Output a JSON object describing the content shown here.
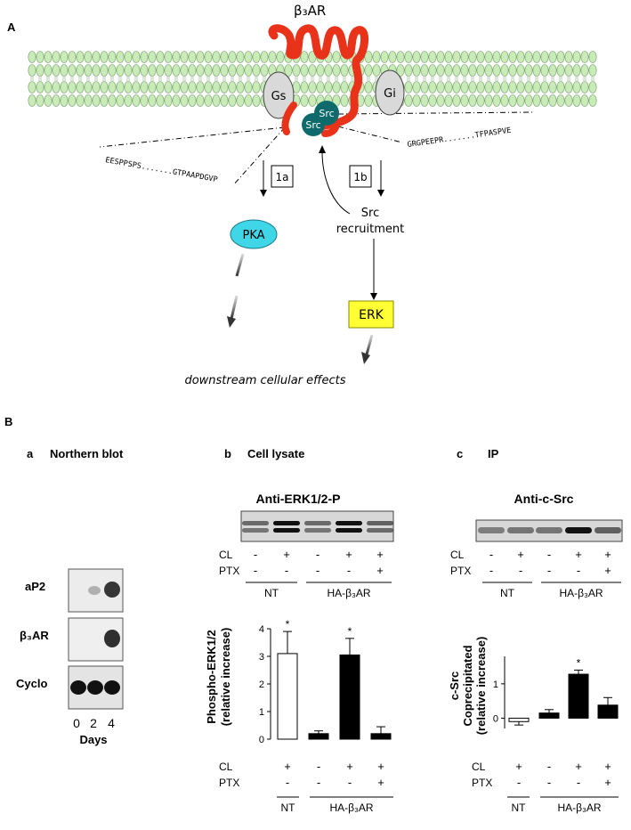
{
  "panel_a": {
    "letter": "A",
    "receptor_title": "β₃AR",
    "gs": "Gs",
    "gi": "Gi",
    "src1": "Src",
    "src2": "Src",
    "seq_left": "EESPPSPS.......GTPAAPDGVP",
    "seq_right": "GRGPEEPR.......TFPASPVE",
    "path_1a": "1a",
    "path_1b": "1b",
    "pka": "PKA",
    "src_recruit_1": "Src",
    "src_recruit_2": "recruitment",
    "erk": "ERK",
    "downstream": "downstream cellular effects",
    "colors": {
      "receptor": "#e8321a",
      "membrane": "#c8ebb8",
      "pka": "#3fd6e8",
      "erk": "#ffff33",
      "src": "#0f6b6b"
    }
  },
  "panel_b": {
    "letter": "B",
    "a": {
      "letter": "a",
      "title": "Northern blot",
      "rows": [
        "aP2",
        "β₃AR",
        "Cyclo"
      ],
      "days_ticks": [
        "0",
        "2",
        "4"
      ],
      "days_label": "Days"
    },
    "b": {
      "letter": "b",
      "title": "Cell lysate",
      "blot_title": "Anti-ERK1/2-P",
      "cl_label": "CL",
      "ptx_label": "PTX",
      "cl": [
        "-",
        "+",
        "-",
        "+",
        "+"
      ],
      "ptx": [
        "-",
        "-",
        "-",
        "-",
        "+"
      ],
      "nt": "NT",
      "ha": "HA-β₃AR",
      "ylabel_1": "Phospho-ERK1/2",
      "ylabel_2": "(relative increase)",
      "yticks": [
        "0",
        "1",
        "2",
        "3",
        "4"
      ],
      "bar_cl": [
        "+",
        "-",
        "+",
        "+"
      ],
      "bar_ptx": [
        "-",
        "-",
        "-",
        "+"
      ],
      "star": "*"
    },
    "c": {
      "letter": "c",
      "title": "IP",
      "blot_title": "Anti-c-Src",
      "cl_label": "CL",
      "ptx_label": "PTX",
      "cl": [
        "-",
        "+",
        "-",
        "+",
        "+"
      ],
      "ptx": [
        "-",
        "-",
        "-",
        "-",
        "+"
      ],
      "nt": "NT",
      "ha": "HA-β₃AR",
      "ylabel_1": "c-Src",
      "ylabel_2": "Coprecipitated",
      "ylabel_3": "(relative increase)",
      "yticks": [
        "0",
        "1"
      ],
      "bar_cl": [
        "+",
        "-",
        "+",
        "+"
      ],
      "bar_ptx": [
        "-",
        "-",
        "-",
        "+"
      ],
      "star": "*"
    }
  },
  "chart_data": [
    {
      "type": "bar",
      "categories": [
        "NT CL+",
        "HA-β₃AR CL- PTX-",
        "HA-β₃AR CL+ PTX-",
        "HA-β₃AR CL+ PTX+"
      ],
      "values": [
        3.1,
        0.2,
        3.05,
        0.2
      ],
      "errors": [
        0.8,
        0.1,
        0.6,
        0.25
      ],
      "fills": [
        "#ffffff",
        "#000000",
        "#000000",
        "#000000"
      ],
      "significant": [
        true,
        false,
        true,
        false
      ],
      "ylabel": "Phospho-ERK1/2 (relative increase)",
      "ylim": [
        0,
        4
      ]
    },
    {
      "type": "bar",
      "categories": [
        "NT CL+",
        "HA-β₃AR CL- PTX-",
        "HA-β₃AR CL+ PTX-",
        "HA-β₃AR CL+ PTX+"
      ],
      "values": [
        -0.1,
        0.15,
        1.28,
        0.38
      ],
      "errors": [
        0.1,
        0.1,
        0.12,
        0.22
      ],
      "fills": [
        "#ffffff",
        "#000000",
        "#000000",
        "#000000"
      ],
      "significant": [
        false,
        false,
        true,
        false
      ],
      "ylabel": "c-Src Coprecipitated (relative increase)",
      "ylim": [
        -0.3,
        1.8
      ]
    }
  ]
}
